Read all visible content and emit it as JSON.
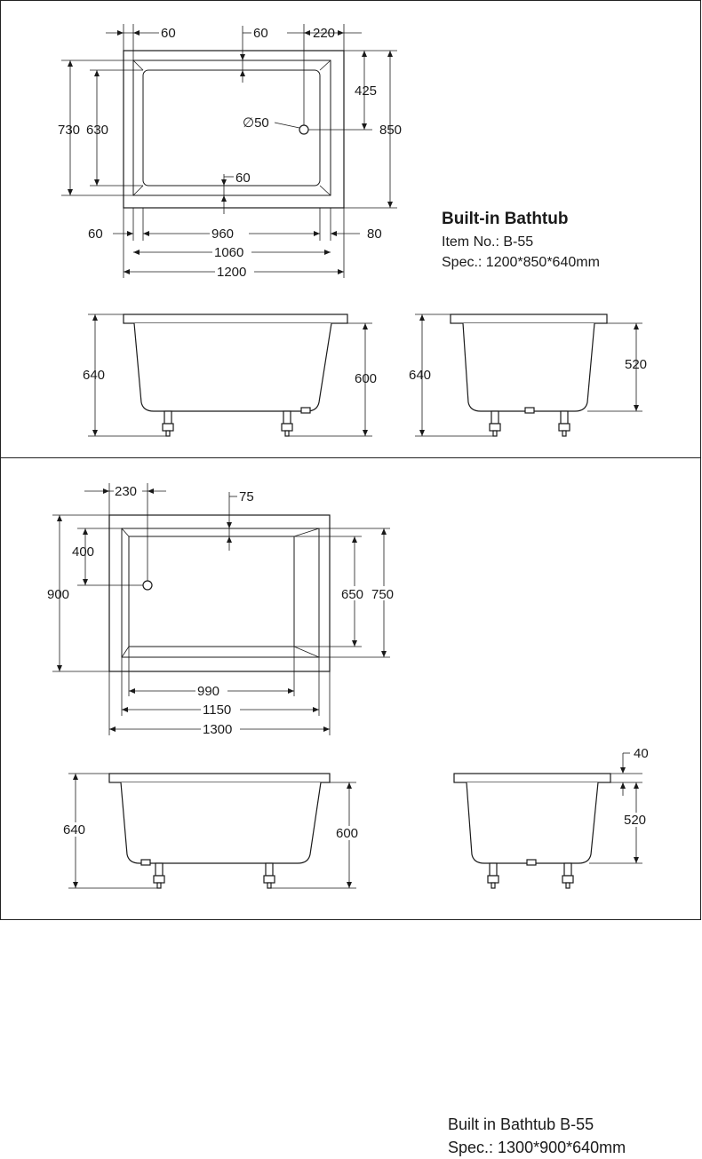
{
  "product_a": {
    "title": "Built-in Bathtub",
    "item_no": "Item No.: B-55",
    "spec": "Spec.: 1200*850*640mm",
    "plan_dims": {
      "left_rim": "60",
      "top_rim": "60",
      "drain_offset": "220",
      "depth_outer": "730",
      "depth_inner": "630",
      "drain_from_top": "425",
      "overall_width": "850",
      "drain_dia": "∅50",
      "bottom_rim": "60",
      "left_margin": "60",
      "inner_length": "960",
      "right_margin": "80",
      "mid_length": "1060",
      "overall_length": "1200"
    },
    "side_dims": {
      "height": "640",
      "inner_height": "600"
    },
    "end_dims": {
      "height": "640",
      "inner_height": "520"
    }
  },
  "product_b": {
    "title": "Built in Bathtub B-55",
    "spec": "Spec.: 1300*900*640mm",
    "plan_dims": {
      "drain_offset": "230",
      "top_rim": "75",
      "drain_from_top": "400",
      "overall_width": "900",
      "inner_width": "650",
      "mid_width": "750",
      "inner_length": "990",
      "mid_length": "1150",
      "overall_length": "1300"
    },
    "side_dims": {
      "height": "640",
      "inner_height": "600"
    },
    "end_dims": {
      "rim": "40",
      "inner_height": "520"
    }
  }
}
